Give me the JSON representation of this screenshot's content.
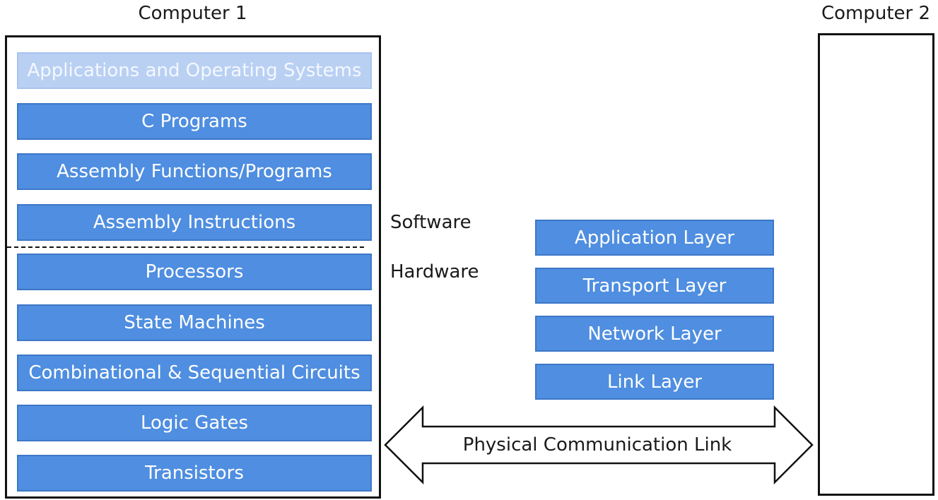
{
  "computer1": {
    "title": "Computer 1",
    "layers": [
      {
        "label": "Applications and Operating Systems",
        "faded": true
      },
      {
        "label": "C Programs",
        "faded": false
      },
      {
        "label": "Assembly Functions/Programs",
        "faded": false
      },
      {
        "label": "Assembly Instructions",
        "faded": false
      },
      {
        "label": "Processors",
        "faded": false
      },
      {
        "label": "State Machines",
        "faded": false
      },
      {
        "label": "Combinational & Sequential Circuits",
        "faded": false
      },
      {
        "label": "Logic Gates",
        "faded": false
      },
      {
        "label": "Transistors",
        "faded": false
      }
    ]
  },
  "computer2": {
    "title": "Computer 2"
  },
  "boundary": {
    "software_label": "Software",
    "hardware_label": "Hardware"
  },
  "network_stack": {
    "layers": [
      "Application Layer",
      "Transport Layer",
      "Network Layer",
      "Link Layer"
    ]
  },
  "link": {
    "label": "Physical Communication Link"
  },
  "colors": {
    "layer_fill": "#4f8ee0",
    "layer_faded_fill": "#b9d0f3",
    "outline": "#111111"
  }
}
